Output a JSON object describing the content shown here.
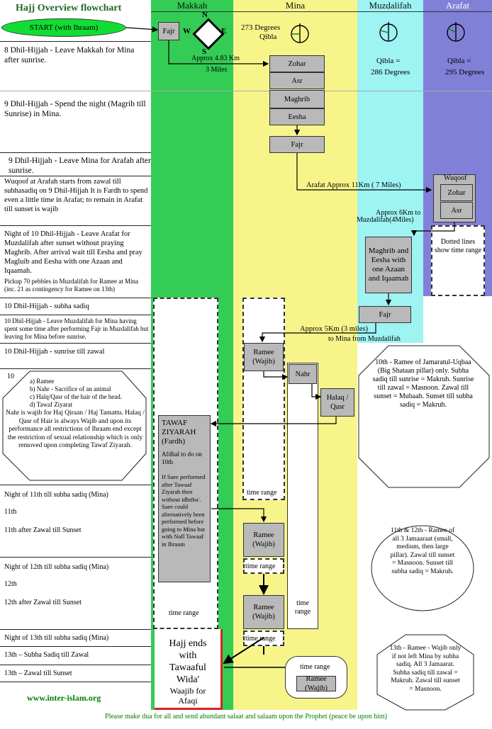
{
  "title": "Hajj Overview flowchart",
  "start_label": "START (with Ihraam)",
  "columns": {
    "makkah": "Makkah",
    "mina": "Mina",
    "muzdalifah": "Muzdalifah",
    "arafat": "Arafat"
  },
  "colors": {
    "makkah": "#33cc55",
    "mina": "#f7f58a",
    "muzdalifah": "#9ef3f3",
    "arafat": "#8080d8",
    "start": "#11dd33",
    "gray_box": "#b9b9b9",
    "footer_green": "#008000",
    "red_border": "#dd2222"
  },
  "compass": {
    "n": "N",
    "s": "S",
    "e": "E",
    "w": "W"
  },
  "labels": {
    "fajr_makkah": "Fajr",
    "distance_mina": "Approx 4.83 Km",
    "distance_mina_miles": "3 Miles",
    "qibla_mina": "273 Degrees",
    "qibla_mina_word": "Qibla",
    "qibla_muz": "Qibla =",
    "qibla_muz_deg": "286 Degrees",
    "qibla_arafat": "Qibla =",
    "qibla_arafat_deg": "295 Degrees",
    "arafat_distance": "Arafat Approx  11Km ( 7 Miles)",
    "muz_distance_1": "Approx 6Km  to",
    "muz_distance_2": "Muzdalifah(4Miles)",
    "mina_distance_1": "Approx 5Km (3 miles)",
    "mina_distance_2": "to Mina from Muzdalifah",
    "wuqoof": "Wuqoof",
    "dotted_note": "Dotted lines show time range",
    "time_range": "time range",
    "nahr": "Nahr",
    "halaq": "Halaq / Qasr",
    "ramee_wajib": "Ramee (Wajib)",
    "tawaf_title": "TAWAF ZIYARAH (Fardh)",
    "tawaf_afdhal": "Afdhal to do on 10th",
    "tawaf_saee": "If Saee performed after Tawaaf Ziyarah then without idhtiba'. Saee could alternatively been performed before going to Mina but with Nafl Tawaaf in Ihraam",
    "hajj_ends": "Hajj ends with Tawaaful Wida'",
    "waajib": "Waajib for Afaqi",
    "website": "www.inter-islam.org",
    "footer": "Please make dua for all and send abundant salaat and salaam upon the Prophet (peace be upon him)"
  },
  "prayers_mina": [
    "Zohar",
    "Asr",
    "Maghrib",
    "Eesha",
    "Fajr"
  ],
  "prayers_arafat": [
    "Zohar",
    "Asr"
  ],
  "muzdalifah_box": "Maghrib and Eesha with one Azaan and Iqaamah",
  "fajr_muz": "Fajr",
  "rows": {
    "r1": "8 Dhil-Hijjah - Leave Makkah for Mina after sunrise.",
    "r2": "9 Dhil-Hijjah - Spend the night (Magrib till Sunrise) in Mina.",
    "r3": "9 Dhil-Hijjah - Leave Mina for Arafah after sunrise.",
    "r4": "Wuqoof at Arafah starts from zawal till subhasadiq on 9 Dhil-Hijjah It is Fardh to spend even a little time in Arafat; to remain in Arafat till sunset is wajib",
    "r5": "Night of 10 Dhil-Hijjah - Leave Arafat for Muzdalifah after sunset without praying Maghrib. After arrival wait till Eesha and pray Magluib and Eesha with one Azaan and Iqaamah.",
    "r5b": "Pickup 70 pebbles in Muzdalifah for Ramee at Mina (inc. 21 as contingency for Ramee on 13th)",
    "r6": "10 Dhil-Hijjah - subha sadiq",
    "r7": "10 Dhil-Hijjah - Leave Muzdalifah for Mina having spent some time after performing Fajr in Muzdalifah but leaving for Mina before sunrise.",
    "r8": "10 Dhil-Hijjah   - sunrise till zawal",
    "r9_head": "10",
    "r9_list": [
      "a) Ramee",
      "b) Nahr - Sacrifice of an animal",
      "c) Halq/Qasr of the hair of the head.",
      "d) Tawaf Ziyarat"
    ],
    "r9_body": "Nahr is wajib for Haj Qiraan / Haj Tamattu. Halaq / Qasr of Hair is always Wajib and upon its performance all restrictions of Ihraam end except the restriction of sexual relationship which is only  removed upon completing Tawaf Ziyarah.",
    "r10": "Night of 11th till subha sadiq (Mina)",
    "r11": "11th",
    "r12": "11th after Zawal till Sunset",
    "r13": "Night of 12th till subha sadiq (Mina)",
    "r14": "12th",
    "r15": "12th after Zawal till Sunset",
    "r16": "Night of 13th till subha sadiq (Mina)",
    "r17": "13th – Subha Sadiq till Zawal",
    "r18": "13th – Zawal till Sunset"
  },
  "octagons": {
    "o1": "10th - Ramee of Jamaratul-Uqbaa (Big Shataan pillar) only. Subha sadiq till sunrise = Makruh. Sunrise till zawal = Masnoon. Zawal till sunset = Mubaah. Sunset till subha sadiq = Makruh.",
    "o2": "11th & 12th - Ramee of all 3 Jamaaraat (small, medium, then large pillar). Zawal till sunset = Masnoon. Sunset till subha sadiq = Makruh.",
    "o3": "13th - Ramee - Wajib only if not left Mina by subha sadiq. All 3 Jamaarat. Subha sadiq till zawal = Makruh. Zawal till sunset = Masnoon."
  }
}
